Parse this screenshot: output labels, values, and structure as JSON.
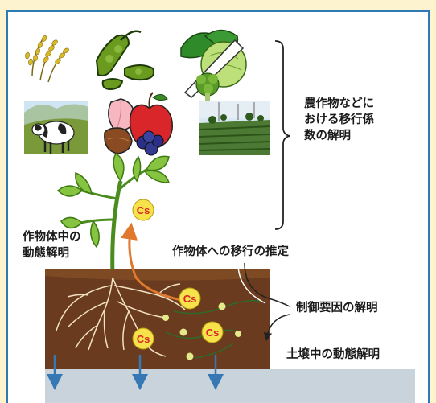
{
  "labels": {
    "transfer_coefficient": [
      "農作物などに",
      "おける移行係",
      "数の解明"
    ],
    "in_plant_dynamics": [
      "作物体中の",
      "動態解明"
    ],
    "transfer_estimation": "作物体への移行の推定",
    "control_factors": "制御要因の解明",
    "soil_dynamics": "土壌中の動態解明",
    "cs_marker": "Cs"
  },
  "icons": [
    "rice-icon",
    "soybean-icon",
    "vegetables-icon",
    "dairy-cow-icon",
    "fruit-icon",
    "tea-field-photo"
  ],
  "colors": {
    "background": "#fdf4cf",
    "frame_border": "#2f79b5",
    "soil": "#6a3b1e",
    "groundwater": "#c9d3db",
    "cs_circle": "#f6e24a",
    "cs_text": "#d8262a",
    "uptake_arrow": "#e0792e",
    "leaching_arrow": "#3578b4"
  }
}
